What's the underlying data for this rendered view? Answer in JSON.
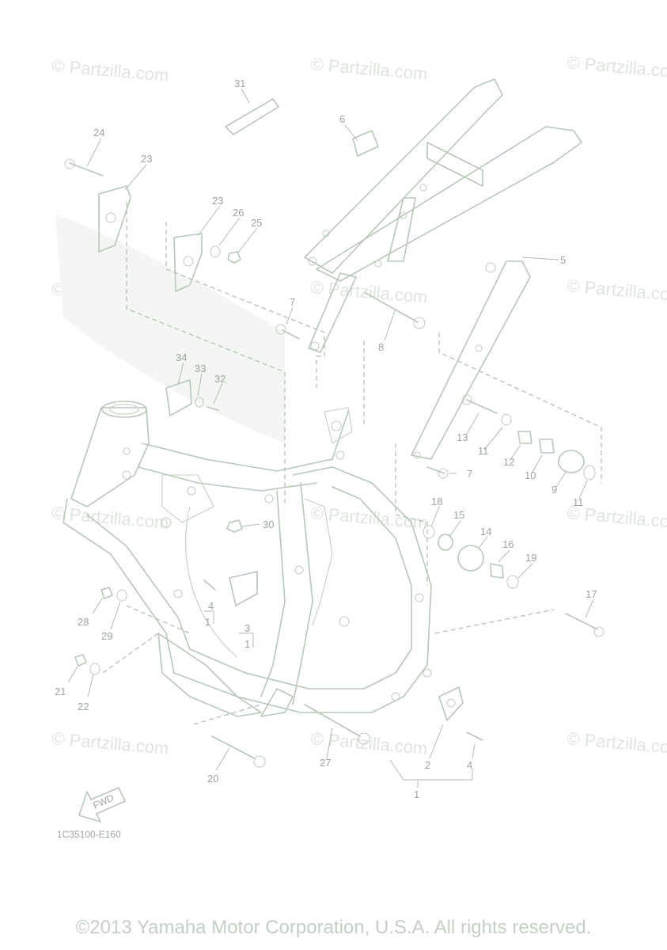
{
  "watermark": "© Partzilla.com",
  "diagram_code": "1C35100-E160",
  "fwd_label": "FWD",
  "copyright": "©2013 Yamaha Motor Corporation, U.S.A. All rights reserved.",
  "callouts": {
    "n1": "1",
    "n2": "2",
    "n3": "3",
    "n4": "4",
    "n5": "5",
    "n6": "6",
    "n7": "7",
    "n8": "8",
    "n9": "9",
    "n10": "10",
    "n11": "11",
    "n12": "12",
    "n13": "13",
    "n14": "14",
    "n15": "15",
    "n16": "16",
    "n17": "17",
    "n18": "18",
    "n19": "19",
    "n20": "20",
    "n21": "21",
    "n22": "22",
    "n23": "23",
    "n24": "24",
    "n25": "25",
    "n26": "26",
    "n27": "27",
    "n28": "28",
    "n29": "29",
    "n30": "30",
    "n31": "31",
    "n32": "32",
    "n33": "33",
    "n34": "34"
  },
  "colors": {
    "linework": "#b7c8b7",
    "labels": "#9aa79a",
    "watermark": "#dde5dd"
  }
}
